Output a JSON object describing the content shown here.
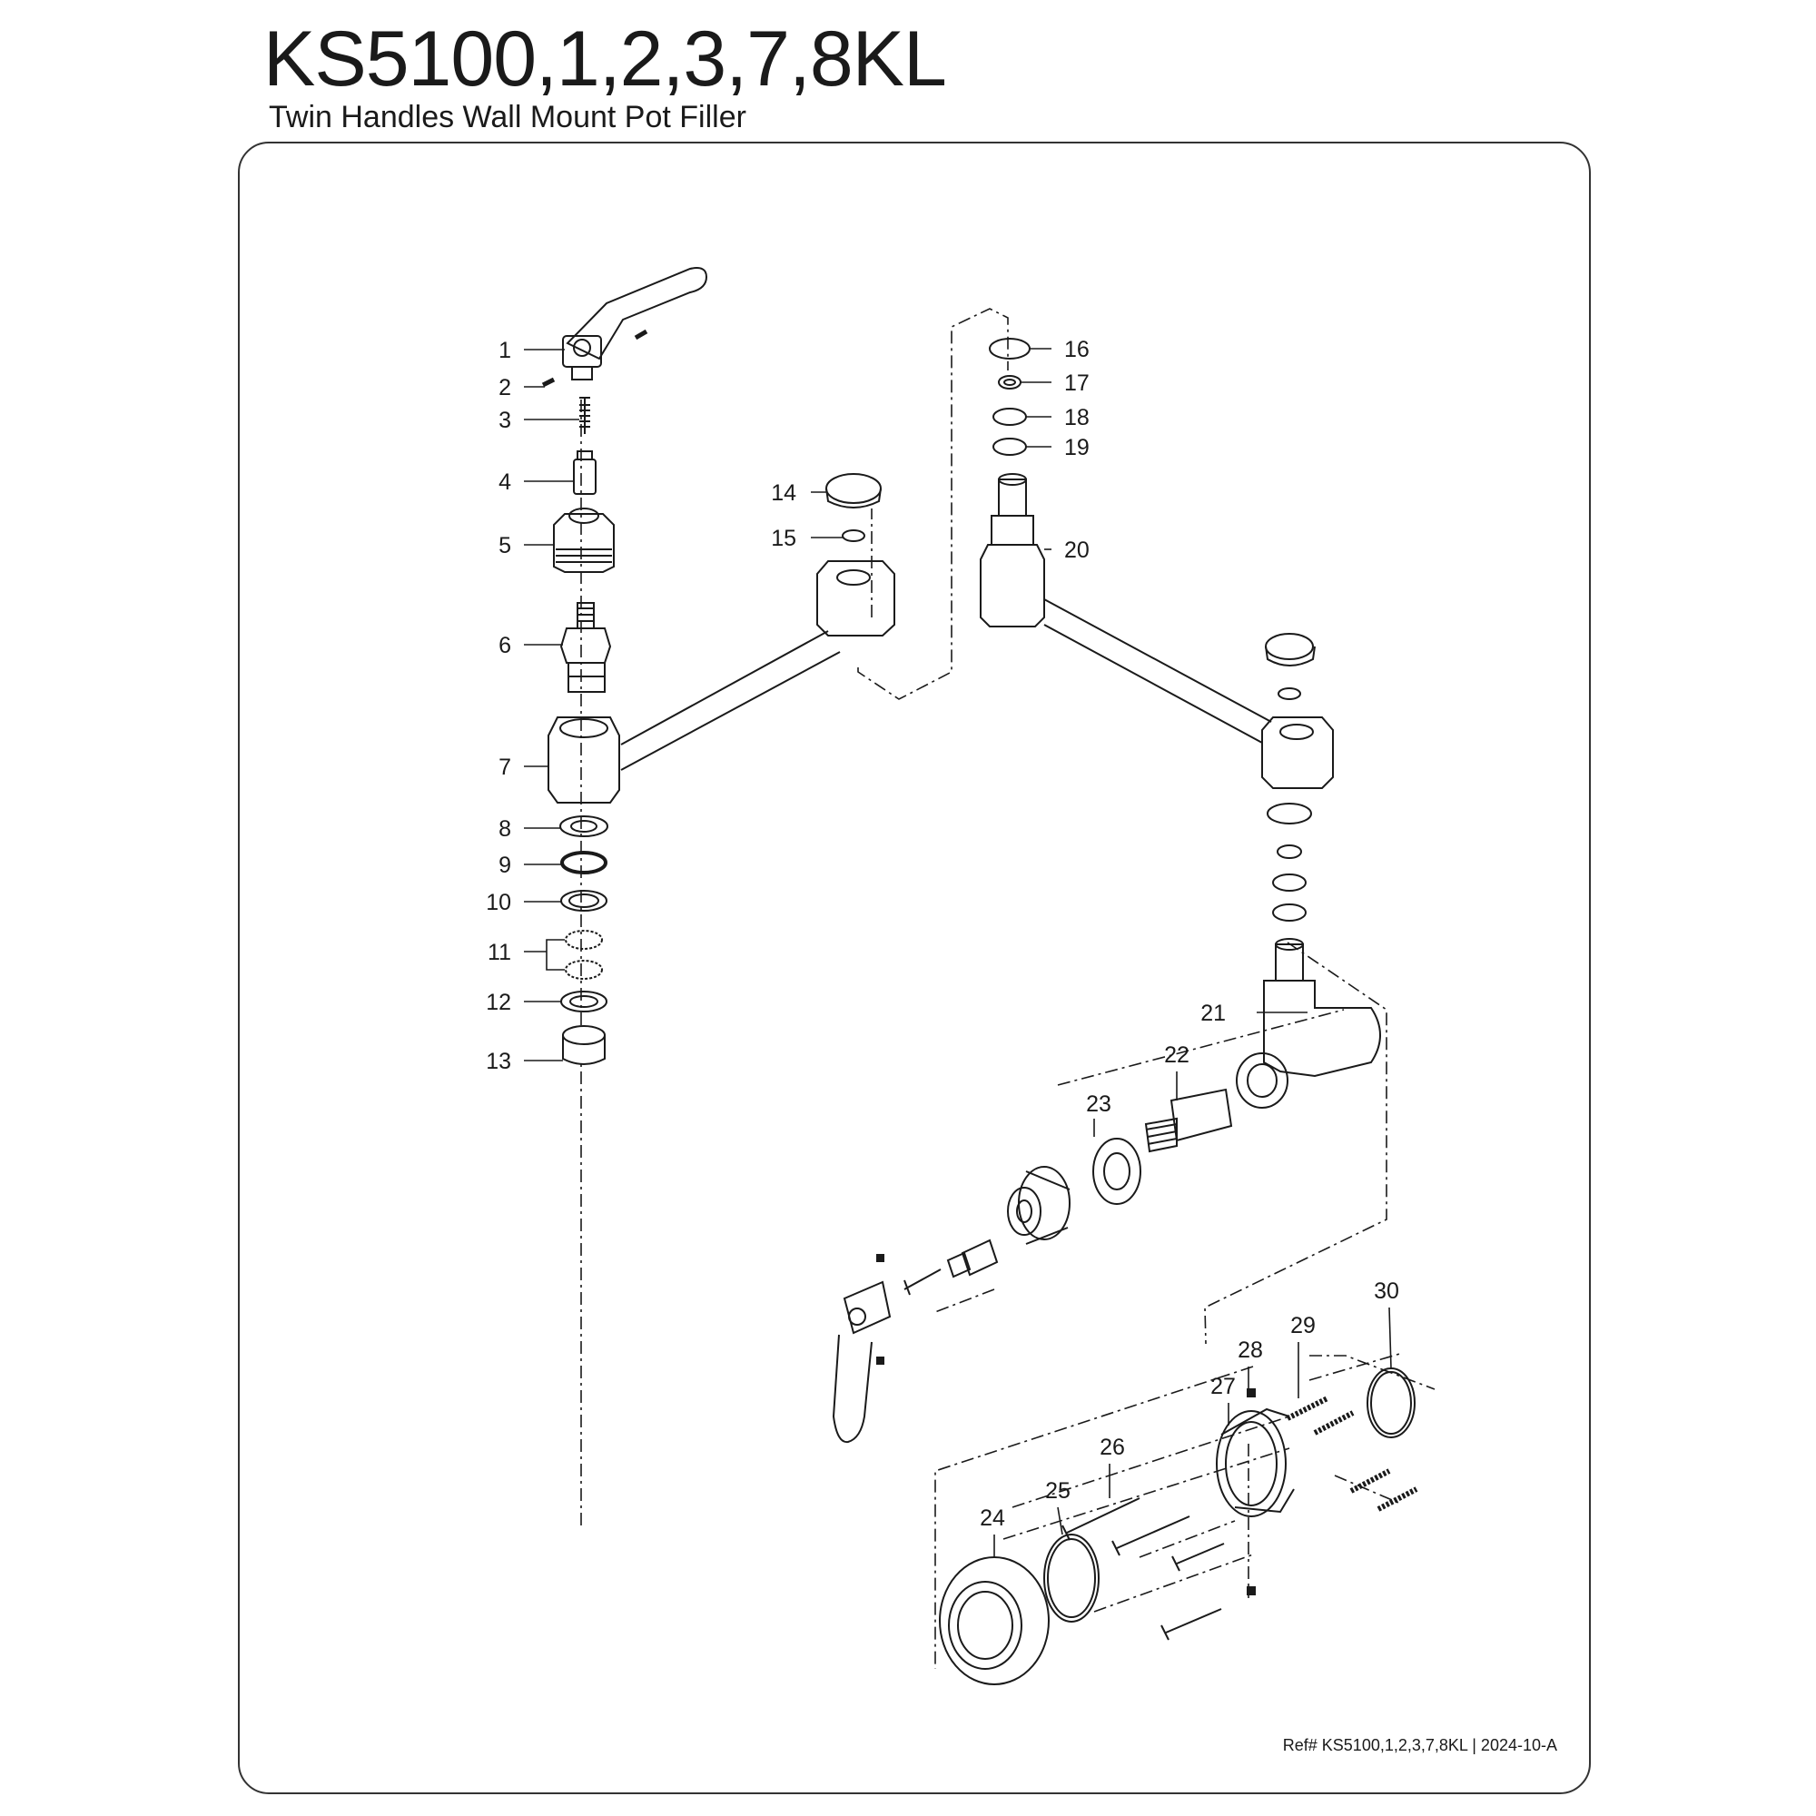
{
  "header": {
    "title": "KS5100,1,2,3,7,8KL",
    "subtitle": "Twin Handles Wall Mount Pot Filler"
  },
  "footer": {
    "reference": "Ref# KS5100,1,2,3,7,8KL | 2024-10-A"
  },
  "part_labels": [
    "1",
    "2",
    "3",
    "4",
    "5",
    "6",
    "7",
    "8",
    "9",
    "10",
    "11",
    "12",
    "13",
    "14",
    "15",
    "16",
    "17",
    "18",
    "19",
    "20",
    "21",
    "22",
    "23",
    "24",
    "25",
    "26",
    "27",
    "28",
    "29",
    "30"
  ]
}
